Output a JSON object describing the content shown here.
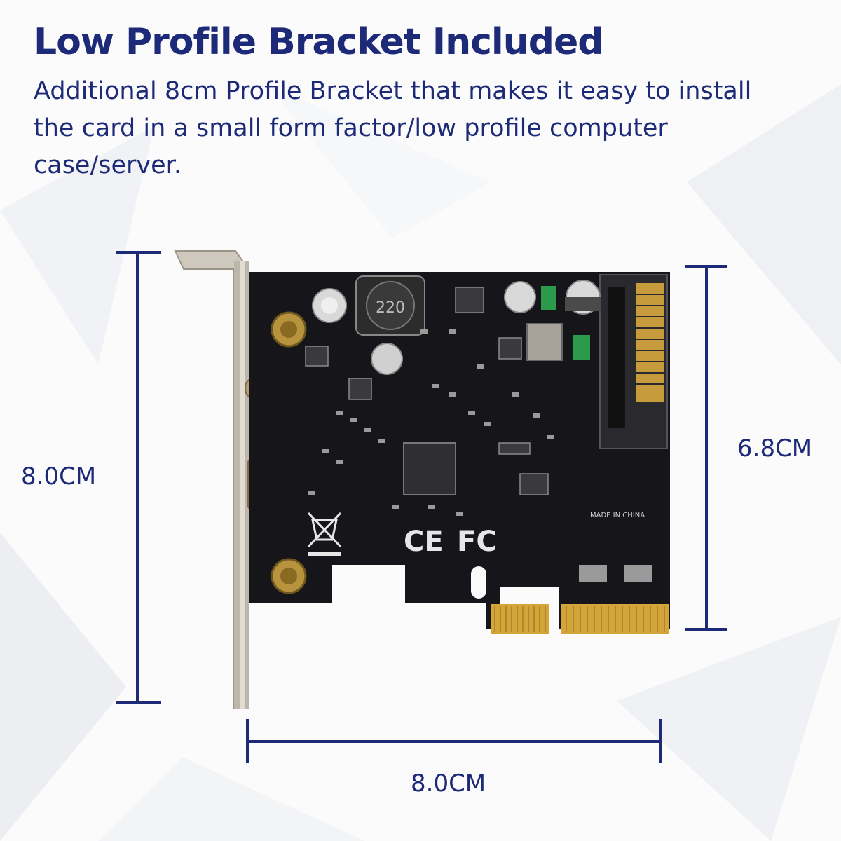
{
  "heading": {
    "title": "Low Profile Bracket Included",
    "lines": [
      "Additional 8cm Profile Bracket that makes it easy to install",
      "the card in a small form factor/low profile computer",
      "case/server."
    ]
  },
  "dimensions": {
    "bracket_height": "8.0CM",
    "card_height": "6.8CM",
    "card_width": "8.0CM"
  },
  "board": {
    "inductor_marking": "220",
    "compliance_marks": [
      "CE",
      "FC"
    ],
    "made_in": "MADE IN CHINA"
  },
  "colors": {
    "text": "#1d2a78",
    "pcb": "#16161a",
    "gold": "#d4a63a",
    "bracket": "#c9c3b8"
  }
}
